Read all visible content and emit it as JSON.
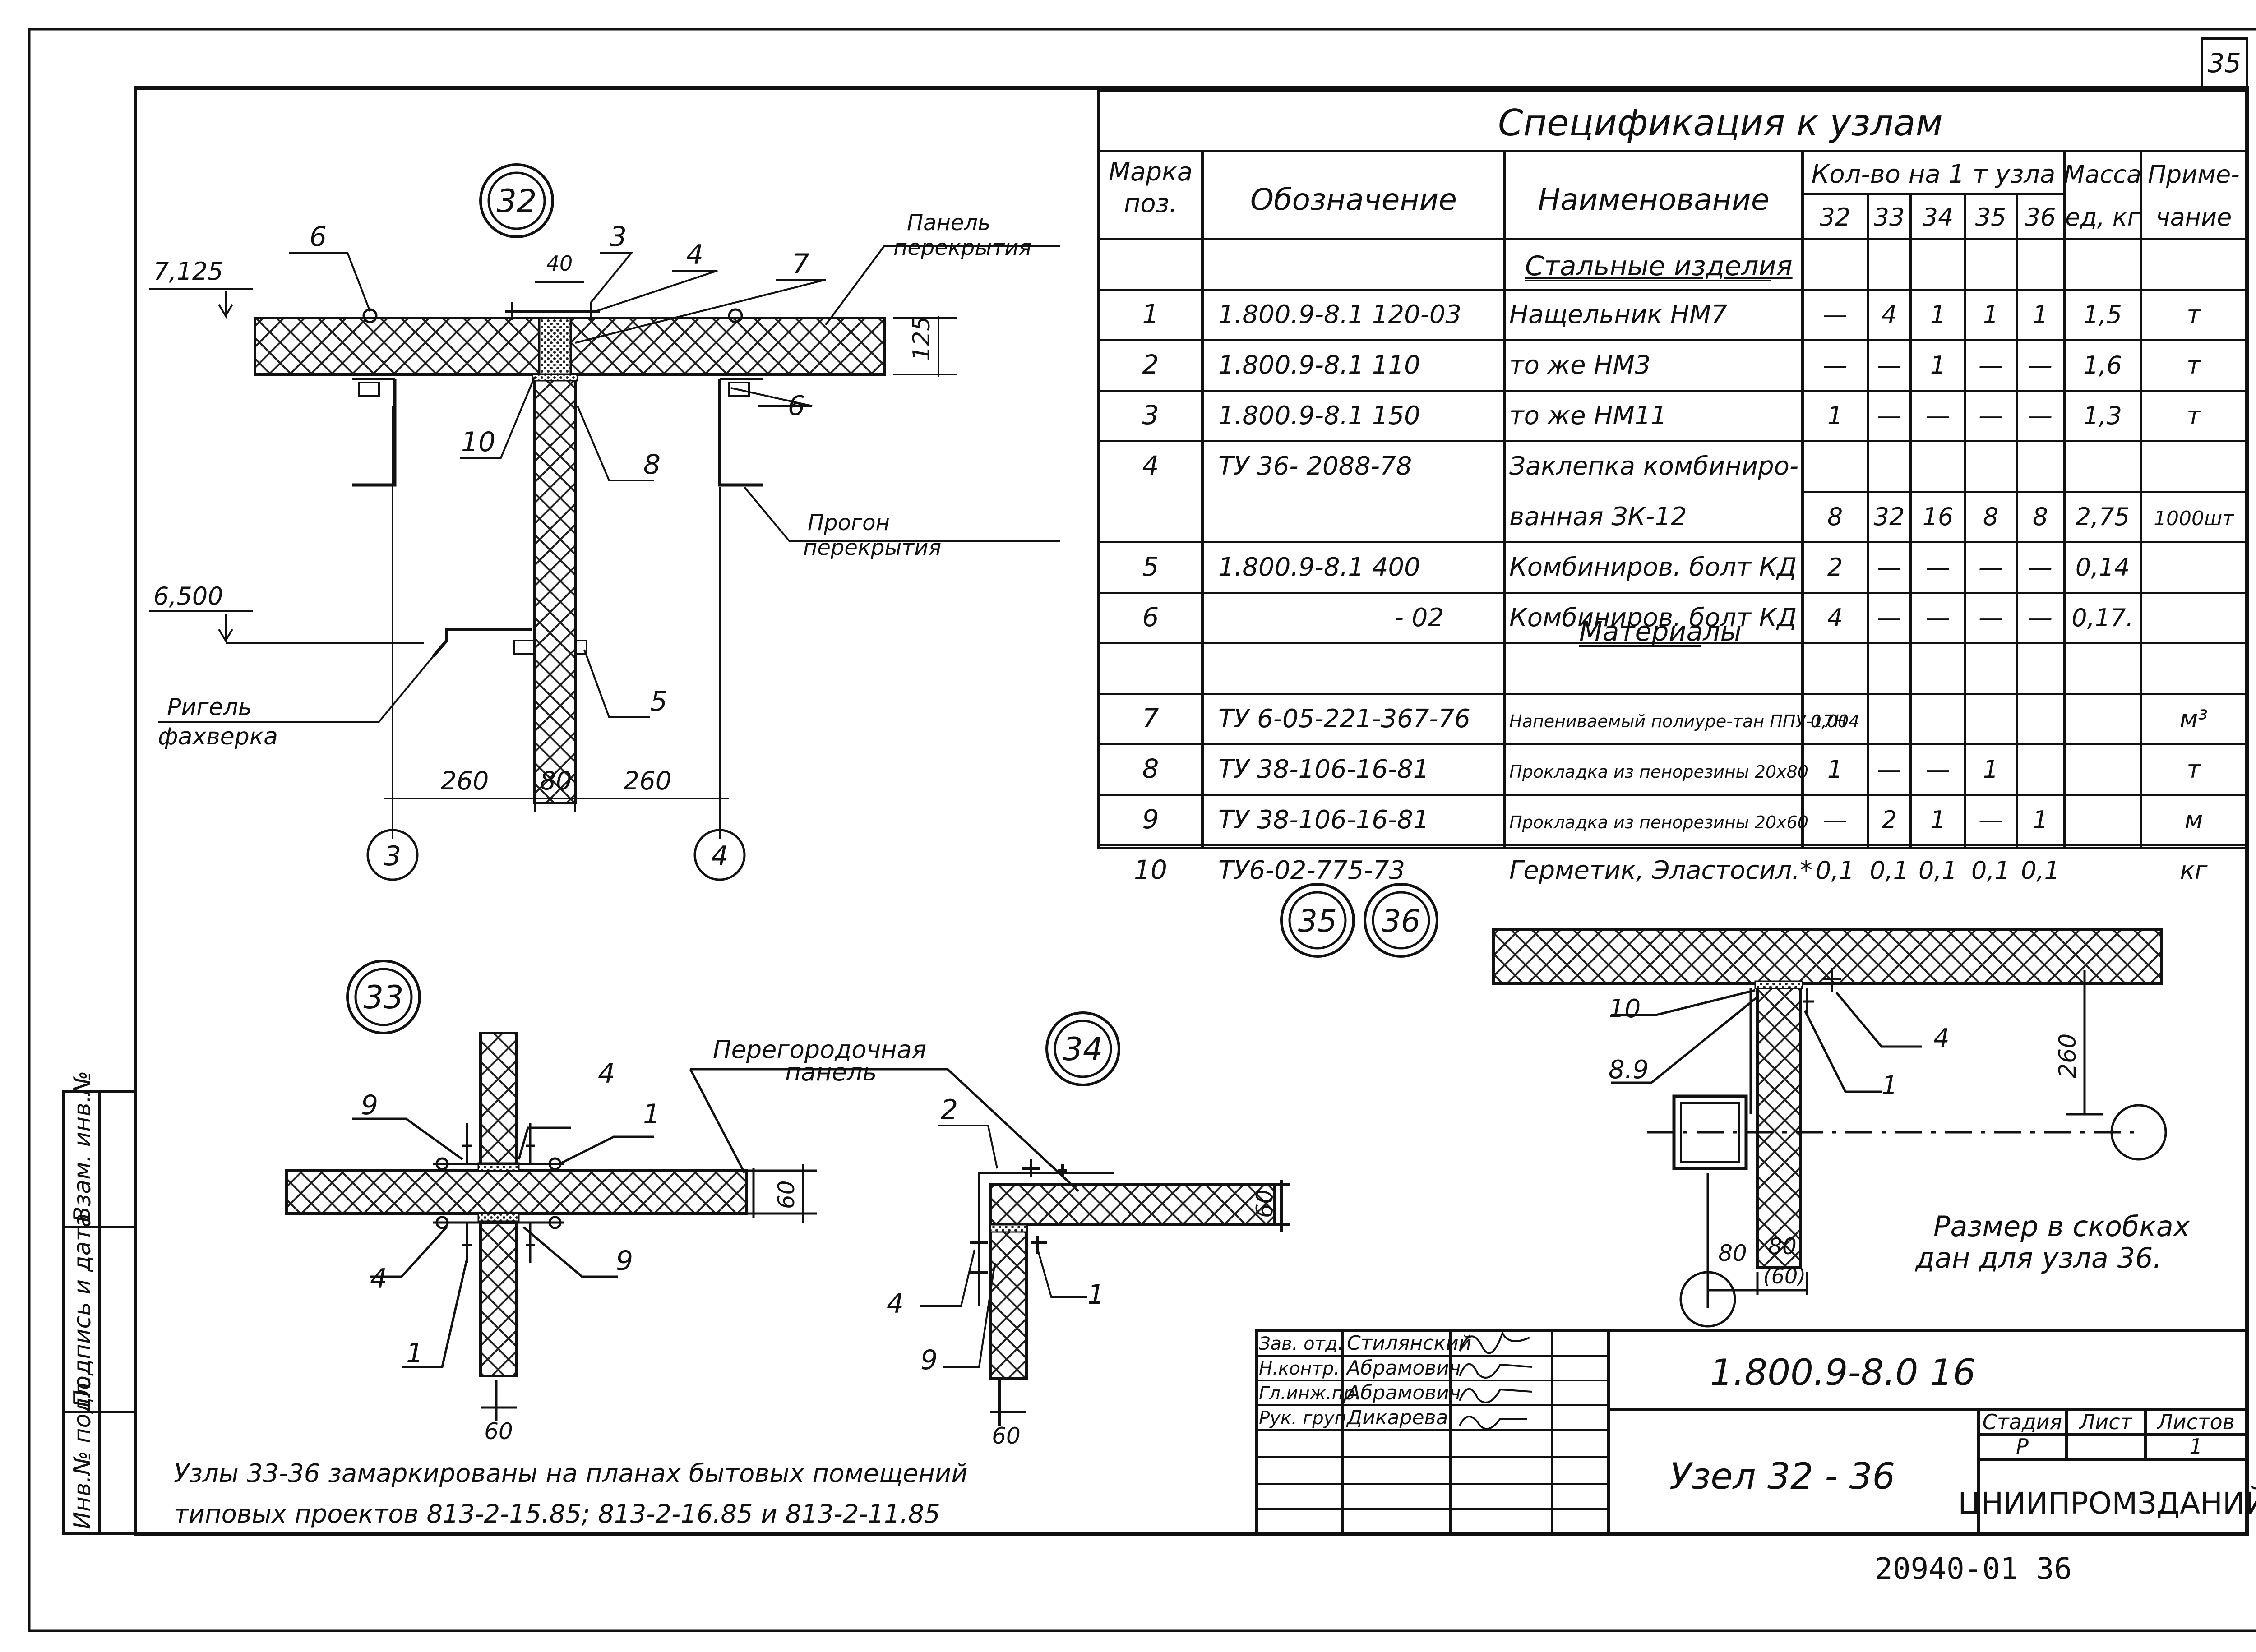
{
  "sheet_number": "35",
  "spec": {
    "title": "Спецификация к узлам",
    "headers": {
      "mark": [
        "Марка",
        "поз."
      ],
      "designation": "Обозначение",
      "name": "Наименование",
      "qty": "Кол-во на 1 т узла",
      "qty_cols": [
        "32",
        "33",
        "34",
        "35",
        "36"
      ],
      "mass": [
        "Масса",
        "ед, кг"
      ],
      "note": [
        "Приме-",
        "чание"
      ]
    },
    "sections": {
      "steel": "Стальные изделия",
      "materials": "Материалы"
    },
    "rows": [
      {
        "pos": "1",
        "des": "1.800.9-8.1 120-03",
        "name": "Нащельник  НМ7",
        "q": [
          "—",
          "4",
          "1",
          "1",
          "1"
        ],
        "mass": "1,5",
        "note": "т"
      },
      {
        "pos": "2",
        "des": "1.800.9-8.1 110",
        "name": "то же      НМ3",
        "q": [
          "—",
          "—",
          "1",
          "—",
          "—"
        ],
        "mass": "1,6",
        "note": "т"
      },
      {
        "pos": "3",
        "des": "1.800.9-8.1 150",
        "name": "то же      НМ11",
        "q": [
          "1",
          "—",
          "—",
          "—",
          "—"
        ],
        "mass": "1,3",
        "note": "т"
      },
      {
        "pos": "4",
        "des": "ТУ 36- 2088-78",
        "name": "Заклепка комбиниро-",
        "q": [
          "",
          "",
          "",
          "",
          ""
        ],
        "mass": "",
        "note": ""
      },
      {
        "pos": "",
        "des": "",
        "name": "ванная ЗК-12",
        "q": [
          "8",
          "32",
          "16",
          "8",
          "8"
        ],
        "mass": "2,75",
        "note": "1000шт"
      },
      {
        "pos": "5",
        "des": "1.800.9-8.1 400",
        "name": "Комбиниров. болт КД",
        "q": [
          "2",
          "—",
          "—",
          "—",
          "—"
        ],
        "mass": "0,14",
        "note": ""
      },
      {
        "pos": "6",
        "des": "- 02",
        "name": "Комбиниров. болт КД",
        "q": [
          "4",
          "—",
          "—",
          "—",
          "—"
        ],
        "mass": "0,17.",
        "note": ""
      },
      {
        "pos": "7",
        "des": "ТУ 6-05-221-367-76",
        "name": "Напениваемый полиуре-тан ППУ-17Н",
        "q": [
          "0,004",
          "",
          "",
          "",
          ""
        ],
        "mass": "",
        "note": "м³"
      },
      {
        "pos": "8",
        "des": "ТУ 38-106-16-81",
        "name": "Прокладка из пенорезины 20х80",
        "q": [
          "1",
          "—",
          "—",
          "1",
          ""
        ],
        "mass": "",
        "note": "т"
      },
      {
        "pos": "9",
        "des": "ТУ 38-106-16-81",
        "name": "Прокладка из пенорезины 20х60",
        "q": [
          "—",
          "2",
          "1",
          "—",
          "1"
        ],
        "mass": "",
        "note": "м"
      },
      {
        "pos": "10",
        "des": "ТУ6-02-775-73",
        "name": "Герметик, Эластосил.*",
        "q": [
          "0,1",
          "0,1",
          "0,1",
          "0,1",
          "0,1"
        ],
        "mass": "",
        "note": "кг"
      }
    ]
  },
  "node32": {
    "circle": "32",
    "elev_top": "7,125",
    "elev_mid": "6,500",
    "panel_label": [
      "Панель",
      "перекрытия"
    ],
    "purlin_label": [
      "Прогон",
      "перекрытия"
    ],
    "girt_label": [
      "Ригель",
      "фахверка"
    ],
    "dim_40": "40",
    "dim_125": "125",
    "dim_260a": "260",
    "dim_80": "80",
    "dim_260b": "260",
    "axis_3": "3",
    "axis_4": "4",
    "callouts": [
      "6",
      "3",
      "4",
      "7",
      "6",
      "10",
      "8",
      "5"
    ]
  },
  "node33": {
    "circle": "33",
    "partition_label": [
      "Перегородочная",
      "панель"
    ],
    "callouts": [
      "9",
      "4",
      "1",
      "4",
      "9",
      "1"
    ],
    "dim_60": "60",
    "dim_60b": "60"
  },
  "node34": {
    "circle": "34",
    "callouts": [
      "2",
      "4",
      "1",
      "9"
    ],
    "dim_60": "60",
    "dim_60b": "60"
  },
  "node3536": {
    "circle_a": "35",
    "circle_b": "36",
    "callouts": [
      "10",
      "4",
      "8.9",
      "1"
    ],
    "dim_260": "260",
    "dim_80a": "80",
    "dim_80b": "80",
    "dim_60": "(60)",
    "note": [
      "Размер в скобках",
      "дан для узла 36."
    ]
  },
  "bottom_note": [
    "Узлы 33-36  замаркированы на планах бытовых помещений",
    "типовых проектов  813-2-15.85;  813-2-16.85  и  813-2-11.85"
  ],
  "side_stamp": [
    "Инв.№ подл.",
    "Подпись и дата",
    "Взам. инв.№"
  ],
  "title_block": {
    "doc_code": "1.800.9-8.0 16",
    "title": "Узел 32 - 36",
    "org": "ЦНИИПРОМЗДАНИЙ",
    "roles": [
      "Зав. отд.",
      "Н.контр.",
      "Гл.инж.пр.",
      "Рук. груп."
    ],
    "names": [
      "Стилянский",
      "Абрамович",
      "Абрамович",
      "Дикарева"
    ],
    "stage_h": "Стадия",
    "sheet_h": "Лист",
    "sheets_h": "Листов",
    "stage": "Р",
    "sheet": "",
    "sheets": "1"
  },
  "archive_number": "20940-01  36"
}
